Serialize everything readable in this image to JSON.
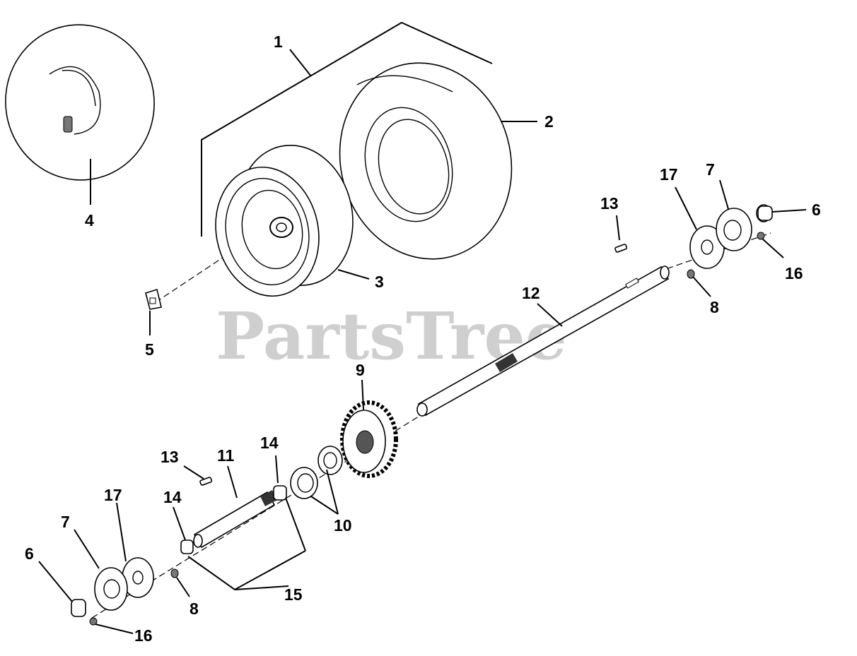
{
  "watermark": "PartsTree",
  "callouts": {
    "c1": "1",
    "c2": "2",
    "c3": "3",
    "c4": "4",
    "c5": "5",
    "c6a": "6",
    "c6b": "6",
    "c7a": "7",
    "c7b": "7",
    "c8a": "8",
    "c8b": "8",
    "c9": "9",
    "c10": "10",
    "c11": "11",
    "c12": "12",
    "c13a": "13",
    "c13b": "13",
    "c14a": "14",
    "c14b": "14",
    "c15": "15",
    "c16a": "16",
    "c16b": "16",
    "c17a": "17",
    "c17b": "17"
  }
}
